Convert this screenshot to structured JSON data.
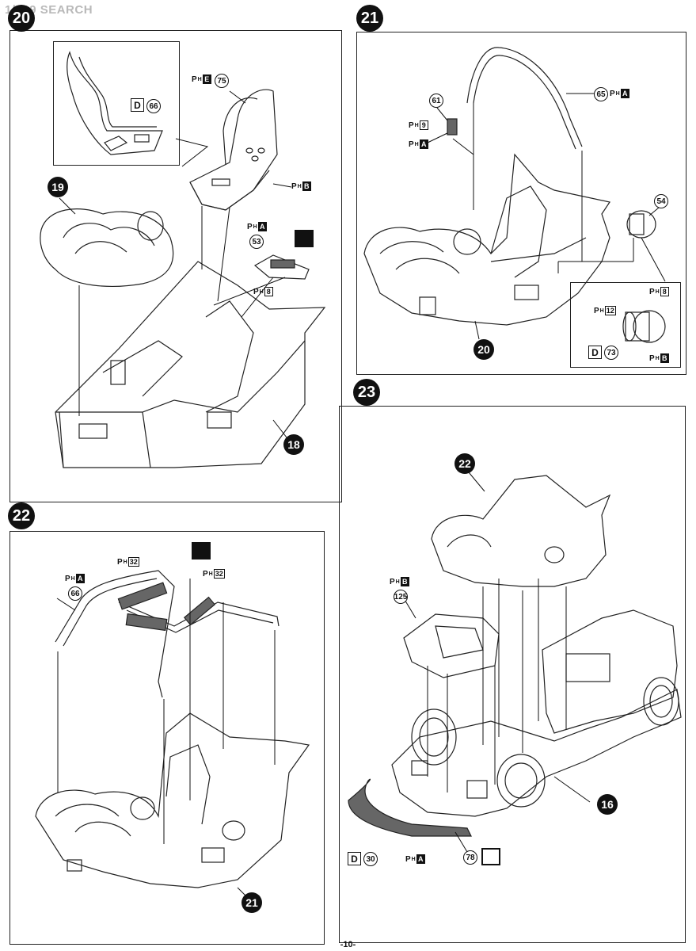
{
  "watermark": "1/999 SEARCH",
  "steps": {
    "s20": {
      "number": "20"
    },
    "s21": {
      "number": "21"
    },
    "s22": {
      "number": "22"
    },
    "s23": {
      "number": "23"
    }
  },
  "parts": {
    "p19": "19",
    "p18": "18",
    "p20": "20",
    "p21": "21",
    "p22": "22",
    "p16": "16"
  },
  "part_numbers": {
    "n75": "75",
    "n66a": "66",
    "n53": "53",
    "n61": "61",
    "n65": "65",
    "n54": "54",
    "n73": "73",
    "n66b": "66",
    "n125": "125",
    "n30": "30",
    "n78": "78"
  },
  "paint_labels": {
    "ph": "P",
    "ph_sub": "H",
    "e": "E",
    "b": "B",
    "a": "A",
    "c8": "8",
    "c9": "9",
    "c12": "12",
    "c32": "32"
  },
  "decal_letter": "D",
  "page_number": "-10-"
}
